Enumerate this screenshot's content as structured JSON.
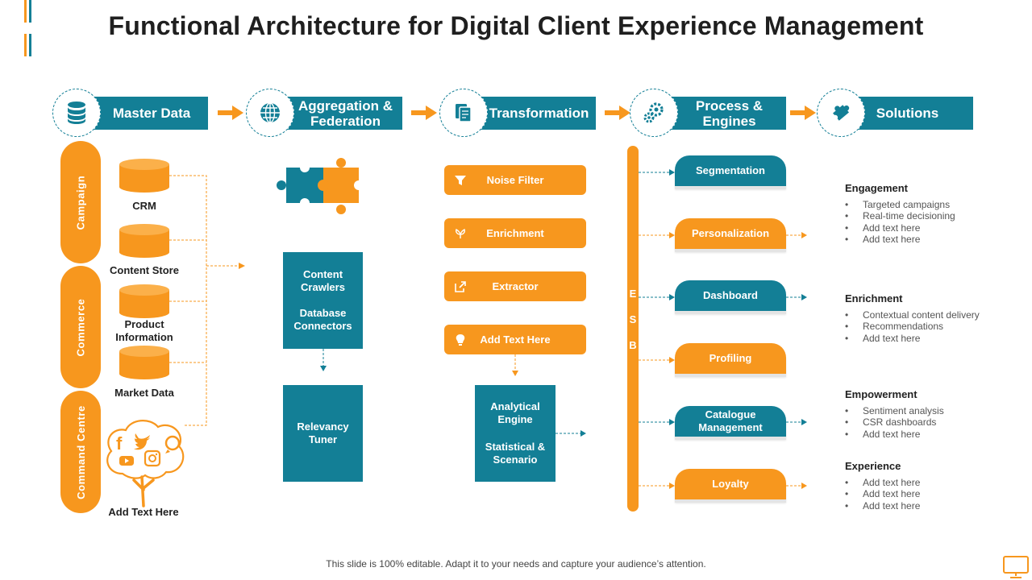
{
  "title": "Functional Architecture for Digital Client Experience Management",
  "colors": {
    "teal": "#137f96",
    "orange": "#f7971e",
    "dark_orange": "#e8820c"
  },
  "headers": [
    {
      "label": "Master Data",
      "icon": "database-icon"
    },
    {
      "label": "Aggregation & Federation",
      "icon": "globe-icon"
    },
    {
      "label": "Transformation",
      "icon": "documents-icon"
    },
    {
      "label": "Process & Engines",
      "icon": "gears-icon"
    },
    {
      "label": "Solutions",
      "icon": "puzzle-piece-icon"
    }
  ],
  "side_pills": [
    "Campaign",
    "Commerce",
    "Command Centre"
  ],
  "data_sources": [
    "CRM",
    "Content Store",
    "Product Information",
    "Market Data"
  ],
  "social_label": "Add Text Here",
  "aggregation": {
    "box1_line1": "Content Crawlers",
    "box1_line2": "Database Connectors",
    "box2": "Relevancy Tuner"
  },
  "transformation": {
    "buttons": [
      "Noise Filter",
      "Enrichment",
      "Extractor",
      "Add Text Here"
    ],
    "engine_line1": "Analytical Engine",
    "engine_line2": "Statistical & Scenario"
  },
  "esb_letters": [
    "E",
    "S",
    "B"
  ],
  "engines": [
    "Segmentation",
    "Personalization",
    "Dashboard",
    "Profiling",
    "Catalogue Management",
    "Loyalty"
  ],
  "solutions": [
    {
      "heading": "Engagement",
      "items": [
        "Targeted campaigns",
        "Real-time decisioning",
        "Add text here",
        "Add text here"
      ]
    },
    {
      "heading": "Enrichment",
      "items": [
        "Contextual content delivery",
        "Recommendations",
        "Add text here"
      ]
    },
    {
      "heading": "Empowerment",
      "items": [
        "Sentiment analysis",
        "CSR dashboards",
        "Add text here"
      ]
    },
    {
      "heading": "Experience",
      "items": [
        "Add text here",
        "Add text here",
        "Add text here"
      ]
    }
  ],
  "footer": "This slide is 100% editable. Adapt it to your needs and capture your audience’s attention."
}
